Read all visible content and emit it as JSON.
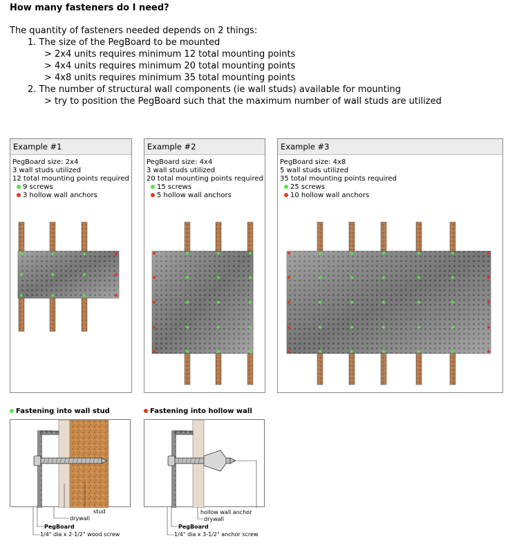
{
  "title": "How many fasteners do I need?",
  "intro": {
    "lead": "The quantity of fasteners needed depends on 2 things:",
    "items": [
      "1. The size of the PegBoard to be mounted",
      "> 2x4 units requires minimum 12 total mounting points",
      "> 4x4 units requires minimum 20 total mounting points",
      "> 4x8 units requires minimum 35 total mounting points",
      "2. The number of structural wall components (ie wall studs) available for mounting",
      "> try to position the PegBoard such that the maximum number of wall studs are utilized"
    ]
  },
  "examples": [
    {
      "title": "Example #1",
      "size": "PegBoard size: 2x4",
      "studs": "3 wall studs utilized",
      "points": "12 total mounting points required",
      "screws": "9 screws",
      "anchors": "3 hollow wall anchors"
    },
    {
      "title": "Example #2",
      "size": "PegBoard size: 4x4",
      "studs": "3 wall studs utilized",
      "points": "20 total mounting points required",
      "screws": "15 screws",
      "anchors": "5 hollow wall anchors"
    },
    {
      "title": "Example #3",
      "size": "PegBoard size: 4x8",
      "studs": "5 wall studs utilized",
      "points": "35 total mounting points required",
      "screws": "25 screws",
      "anchors": "10 hollow wall anchors"
    }
  ],
  "details": {
    "stud": {
      "caption": "Fastening into wall stud",
      "labels": {
        "stud": "stud",
        "drywall": "drywall",
        "pegboard": "PegBoard",
        "screw": "1/4\" dia x 2-1/2\" wood screw"
      }
    },
    "hollow": {
      "caption": "Fastening into hollow wall",
      "labels": {
        "anchor": "hollow wall anchor",
        "drywall": "drywall",
        "pegboard": "PegBoard",
        "screw": "1/4\" dia x 3-1/2\" anchor screw"
      }
    }
  },
  "colors": {
    "screw": "#5be04a",
    "anchor": "#e5361b",
    "stud": "#b07a4f"
  }
}
